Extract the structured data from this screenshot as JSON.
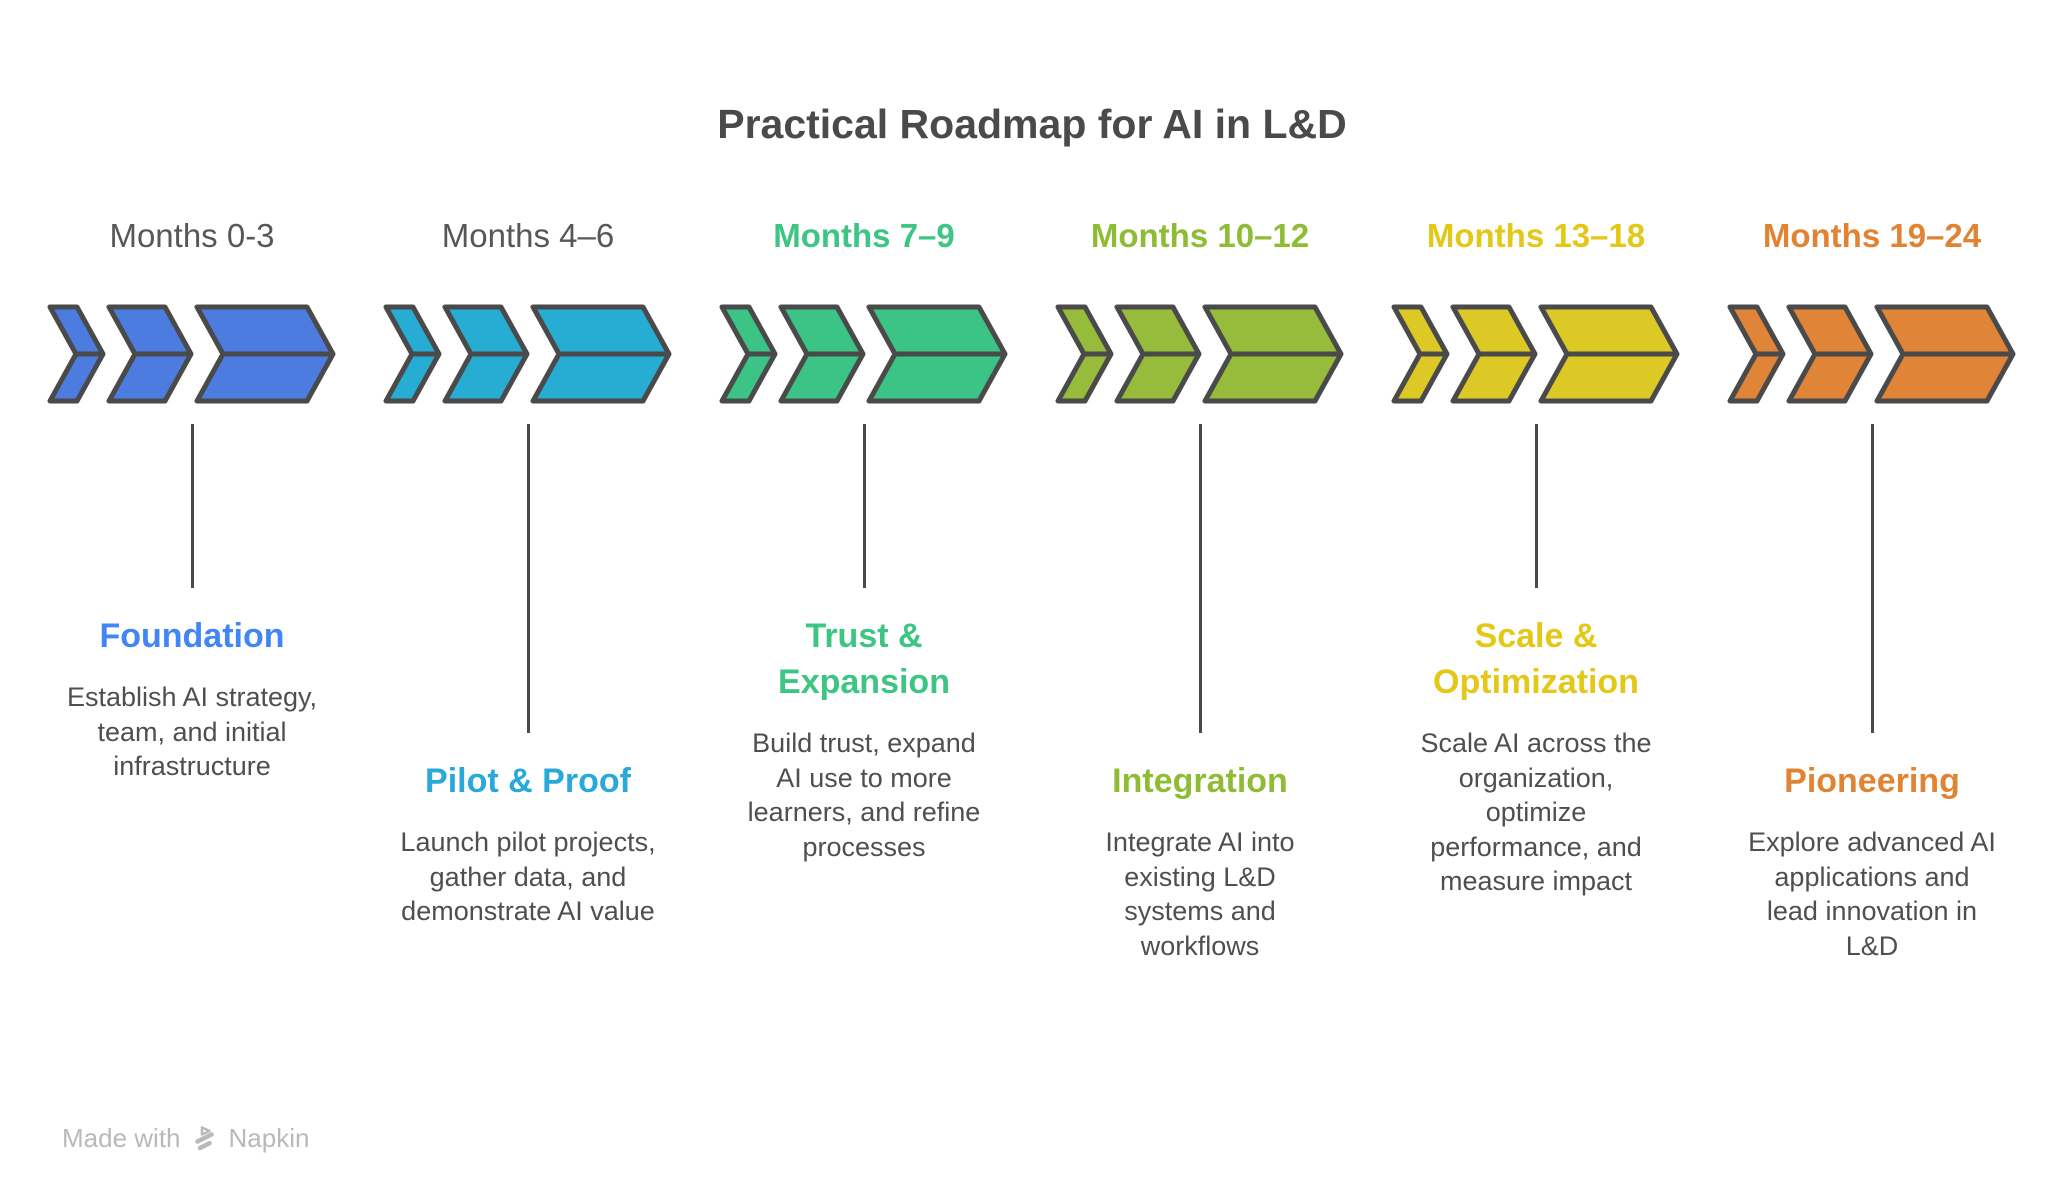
{
  "title": "Practical Roadmap for AI in L&D",
  "footer": {
    "made_with": "Made with",
    "brand": "Napkin"
  },
  "colors": {
    "title_text": "#4a4a4a",
    "description_text": "#4f4f4f",
    "chevron_outline": "#4a4a4a",
    "connector_line": "#4a4a4a",
    "watermark": "#b9b9b9",
    "month_label_gray": "#575757"
  },
  "phases": [
    {
      "months": "Months 0-3",
      "months_color": "#575757",
      "months_bold": false,
      "accent": "#4285f4",
      "chevron_fill": "#4d7ce1",
      "heading": "Foundation",
      "description": "Establish AI strategy,\nteam, and initial\ninfrastructure",
      "connector": "short"
    },
    {
      "months": "Months 4–6",
      "months_color": "#575757",
      "months_bold": false,
      "accent": "#29a8da",
      "chevron_fill": "#27acd3",
      "heading": "Pilot & Proof",
      "description": "Launch pilot projects,\ngather data, and\ndemonstrate AI value",
      "connector": "long"
    },
    {
      "months": "Months 7–9",
      "months_color": "#3dc583",
      "months_bold": true,
      "accent": "#3dc583",
      "chevron_fill": "#3cc487",
      "heading": "Trust &\nExpansion",
      "description": "Build trust, expand\nAI use to more\nlearners, and refine\nprocesses",
      "connector": "short"
    },
    {
      "months": "Months 10–12",
      "months_color": "#8ebc34",
      "months_bold": true,
      "accent": "#8ebc34",
      "chevron_fill": "#97bb3a",
      "heading": "Integration",
      "description": "Integrate AI into\nexisting L&D\nsystems and\nworkflows",
      "connector": "long"
    },
    {
      "months": "Months 13–18",
      "months_color": "#e3c818",
      "months_bold": true,
      "accent": "#e3c818",
      "chevron_fill": "#ddc926",
      "heading": "Scale &\nOptimization",
      "description": "Scale AI across the\norganization,\noptimize\nperformance, and\nmeasure impact",
      "connector": "short"
    },
    {
      "months": "Months 19–24",
      "months_color": "#e08434",
      "months_bold": true,
      "accent": "#e08434",
      "chevron_fill": "#e08438",
      "heading": "Pioneering",
      "description": "Explore advanced AI\napplications and\nlead innovation in\nL&D",
      "connector": "long"
    }
  ]
}
